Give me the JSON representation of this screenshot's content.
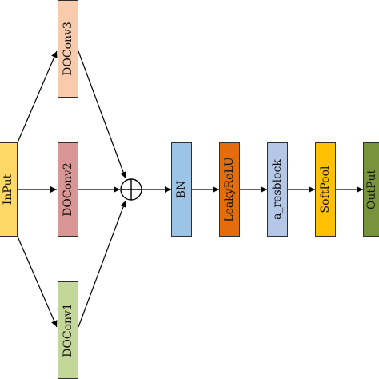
{
  "nodes": {
    "input": {
      "label": "InPut",
      "color": "#ffd966"
    },
    "doconv3": {
      "label": "DOConv3",
      "color": "#f8cbad"
    },
    "doconv2": {
      "label": "DOConv2",
      "color": "#d99694"
    },
    "doconv1": {
      "label": "DOConv1",
      "color": "#c4d79b"
    },
    "bn": {
      "label": "BN",
      "color": "#9dc3e6"
    },
    "leakyrelu": {
      "label": "LeakyReLU",
      "color": "#e46c0a"
    },
    "a_resblock": {
      "label": "a_resblock",
      "color": "#b4c7e7"
    },
    "softpool": {
      "label": "SoftPool",
      "color": "#ffc000"
    },
    "output": {
      "label": "OutPut",
      "color": "#77933c"
    }
  },
  "sum_node": {
    "symbol": "⊕",
    "meaning": "element-wise addition"
  },
  "edges": [
    [
      "input",
      "doconv3"
    ],
    [
      "input",
      "doconv2"
    ],
    [
      "input",
      "doconv1"
    ],
    [
      "doconv3",
      "sum"
    ],
    [
      "doconv2",
      "sum"
    ],
    [
      "doconv1",
      "sum"
    ],
    [
      "sum",
      "bn"
    ],
    [
      "bn",
      "leakyrelu"
    ],
    [
      "leakyrelu",
      "a_resblock"
    ],
    [
      "a_resblock",
      "softpool"
    ],
    [
      "softpool",
      "output"
    ]
  ]
}
